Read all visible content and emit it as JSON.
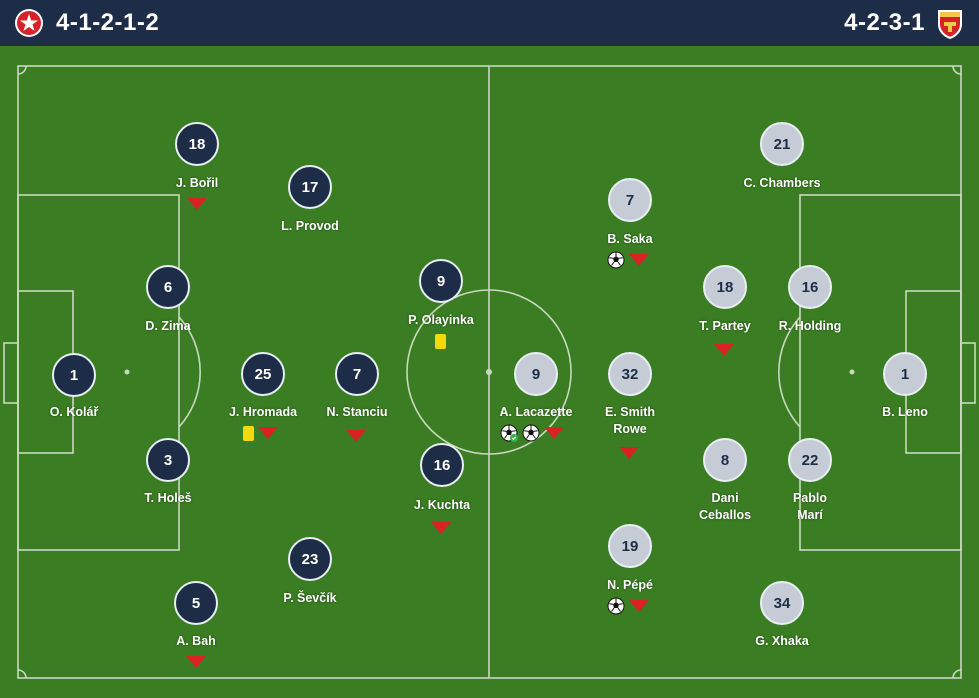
{
  "header": {
    "home_formation": "4-1-2-1-2",
    "away_formation": "4-2-3-1",
    "home_crest": "slavia-praha-crest-icon",
    "away_crest": "arsenal-crest-icon"
  },
  "colors": {
    "header_bg": "#1e2d47",
    "pitch": "#3a7d22",
    "home_disc": "#1e2d47",
    "away_disc": "#c5ccd6",
    "sub_marker": "#d92222",
    "yellow_card": "#f5d90a"
  },
  "home_players": [
    {
      "number": "1",
      "name": "O. Kolář"
    },
    {
      "number": "18",
      "name": "J. Bořil"
    },
    {
      "number": "6",
      "name": "D. Zima"
    },
    {
      "number": "3",
      "name": "T. Holeš"
    },
    {
      "number": "5",
      "name": "A. Bah"
    },
    {
      "number": "25",
      "name": "J. Hromada"
    },
    {
      "number": "17",
      "name": "L. Provod"
    },
    {
      "number": "7",
      "name": "N. Stanciu"
    },
    {
      "number": "23",
      "name": "P. Ševčík"
    },
    {
      "number": "9",
      "name": "P. Olayinka"
    },
    {
      "number": "16",
      "name": "J. Kuchta"
    }
  ],
  "away_players": [
    {
      "number": "1",
      "name": "B. Leno"
    },
    {
      "number": "21",
      "name": "C. Chambers"
    },
    {
      "number": "16",
      "name": "R. Holding"
    },
    {
      "number": "22",
      "name_line1": "Pablo",
      "name_line2": "Marí"
    },
    {
      "number": "34",
      "name": "G. Xhaka"
    },
    {
      "number": "18",
      "name": "T. Partey"
    },
    {
      "number": "8",
      "name_line1": "Dani",
      "name_line2": "Ceballos"
    },
    {
      "number": "7",
      "name": "B. Saka"
    },
    {
      "number": "32",
      "name_line1": "E. Smith",
      "name_line2": "Rowe"
    },
    {
      "number": "19",
      "name": "N. Pépé"
    },
    {
      "number": "9",
      "name": "A. Lacazette"
    }
  ],
  "event_icons": [
    "goal-ball-icon",
    "substitution-arrow-icon",
    "yellow-card-icon"
  ]
}
